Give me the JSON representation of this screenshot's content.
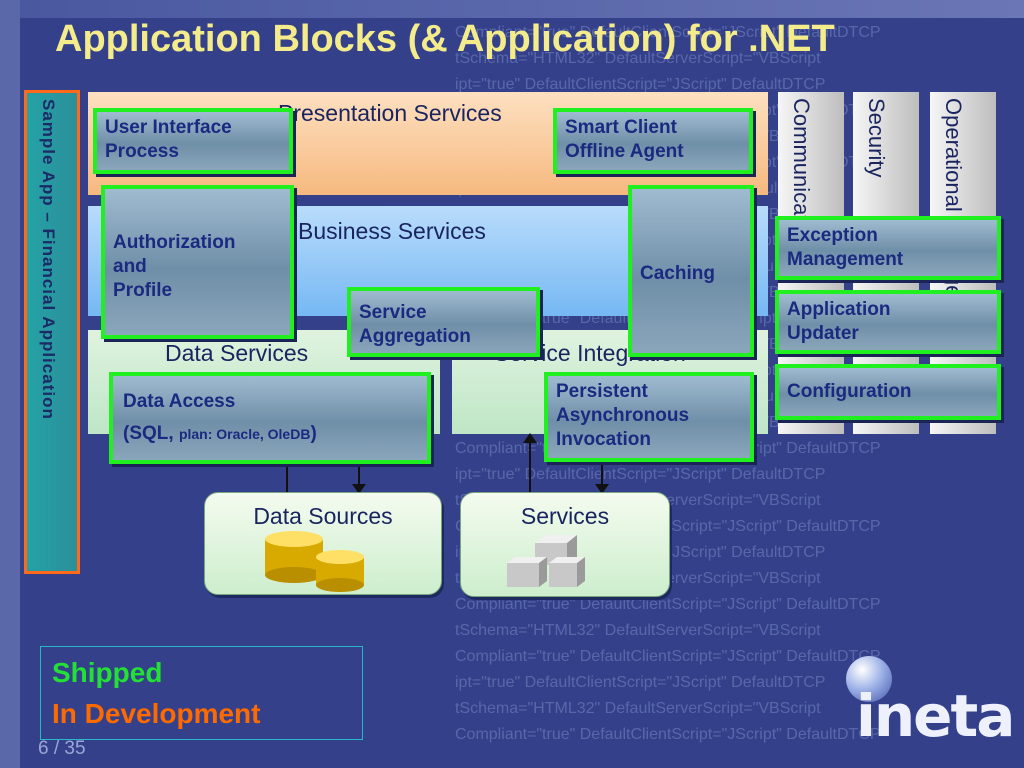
{
  "slide": {
    "title": "Application Blocks (& Application) for .NET",
    "page_number": "6 / 35"
  },
  "bands": {
    "presentation": "Presentation Services",
    "business": "Business Services",
    "data": "Data Services",
    "integration": "Service Integration"
  },
  "crosscutting": [
    "Communication",
    "Security",
    "Operational Management"
  ],
  "sample_app": "Sample App – Financial Application",
  "blocks": {
    "uip": [
      "User Interface",
      "Process"
    ],
    "smart_client": [
      "Smart Client",
      "Offline Agent"
    ],
    "authz": [
      "Authorization",
      "and",
      "Profile"
    ],
    "caching": "Caching",
    "exception": [
      "Exception",
      "Management"
    ],
    "service_aggregation": [
      "Service",
      "Aggregation"
    ],
    "updater": [
      "Application",
      "Updater"
    ],
    "configuration": "Configuration",
    "data_access": {
      "line1": "Data Access",
      "line2_open": "(SQL, ",
      "line2_small": "plan: Oracle, OleDB",
      "line2_close": ")"
    },
    "persistent": [
      "Persistent",
      "Asynchronous",
      "Invocation"
    ]
  },
  "stores": {
    "data_sources": "Data Sources",
    "services": "Services"
  },
  "legend": {
    "shipped": "Shipped",
    "in_development": "In Development"
  },
  "logo": "ineta",
  "colors": {
    "background": "#34418a",
    "title": "#f4ec8a",
    "shipped_border": "#20f020",
    "in_development_border": "#ff6a1a",
    "shipped_text": "#22e034",
    "in_development_text": "#ff6a00"
  }
}
